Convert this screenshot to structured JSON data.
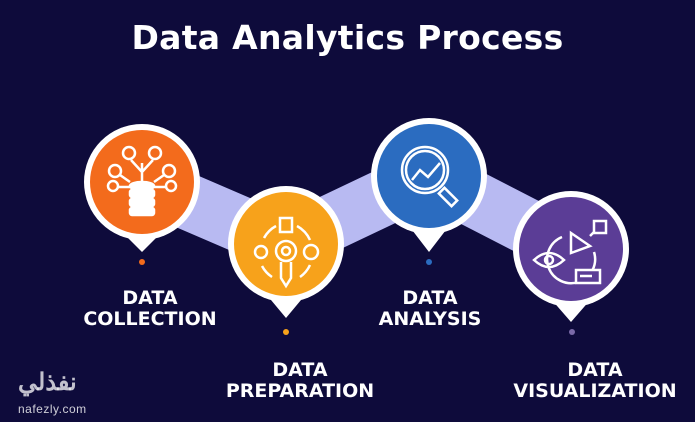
{
  "title": "Data Analytics Process",
  "steps": [
    {
      "line1": "DATA",
      "line2": "COLLECTION",
      "color": "#f36b1c",
      "icon": "database-users-icon"
    },
    {
      "line1": "DATA",
      "line2": "PREPARATION",
      "color": "#f7a21b",
      "icon": "gear-pencil-cycle-icon"
    },
    {
      "line1": "DATA",
      "line2": "ANALYSIS",
      "color": "#2b6cc0",
      "icon": "magnifier-chart-icon"
    },
    {
      "line1": "DATA",
      "line2": "VISUALIZATION",
      "color": "#5b3d96",
      "icon": "eye-pie-chart-icon"
    }
  ],
  "band_color": "#b8baf2",
  "watermark": {
    "arabic": "نفذلي",
    "url": "nafezly.com"
  }
}
